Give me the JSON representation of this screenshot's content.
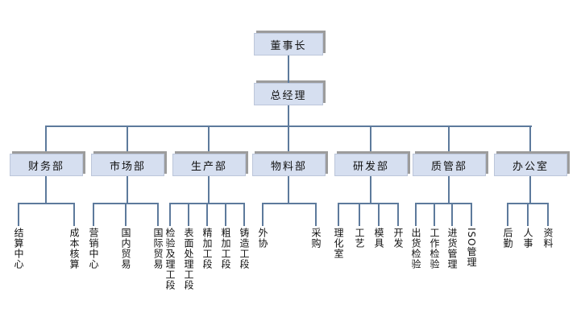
{
  "org_chart": {
    "root": {
      "label": "董事长"
    },
    "general_manager": {
      "label": "总经理"
    },
    "departments": [
      {
        "label": "财务部",
        "children": [
          "结算中心",
          "成本核算"
        ]
      },
      {
        "label": "市场部",
        "children": [
          "营销中心",
          "国内贸易",
          "国际贸易"
        ]
      },
      {
        "label": "生产部",
        "children": [
          "检验及理工段",
          "表面处理工段",
          "精加工段",
          "粗加工段",
          "铸造工段"
        ]
      },
      {
        "label": "物料部",
        "children": [
          "外协",
          "采购"
        ]
      },
      {
        "label": "研发部",
        "children": [
          "理化室",
          "工艺",
          "模具",
          "开发"
        ]
      },
      {
        "label": "质管部",
        "children": [
          "出货检验",
          "工作检验",
          "进货管理",
          "ISO管理"
        ]
      },
      {
        "label": "办公室",
        "children": [
          "后勤",
          "人事",
          "资料"
        ]
      }
    ],
    "colors": {
      "node_fill": "#d6dff0",
      "node_border": "#bcc6da",
      "node_shadow": "#9c9c9c",
      "connector": "#5d7a9c",
      "background": "#ffffff",
      "text": "#111111"
    }
  }
}
